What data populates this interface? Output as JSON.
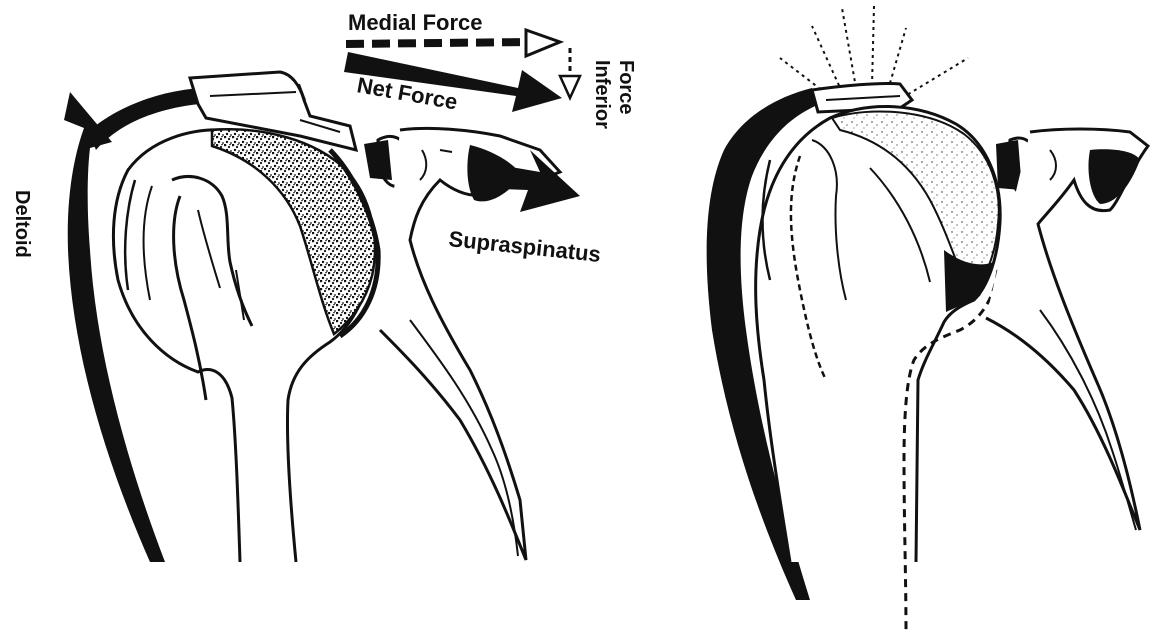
{
  "figure": {
    "left_panel": {
      "labels": {
        "deltoid": "Deltoid",
        "medial_force": "Medial Force",
        "net_force": "Net Force",
        "inferior_force_line1": "Inferior",
        "inferior_force_line2": "Force",
        "supraspinatus": "Supraspinatus"
      }
    },
    "colors": {
      "ink": "#111111",
      "paper": "#ffffff"
    }
  }
}
